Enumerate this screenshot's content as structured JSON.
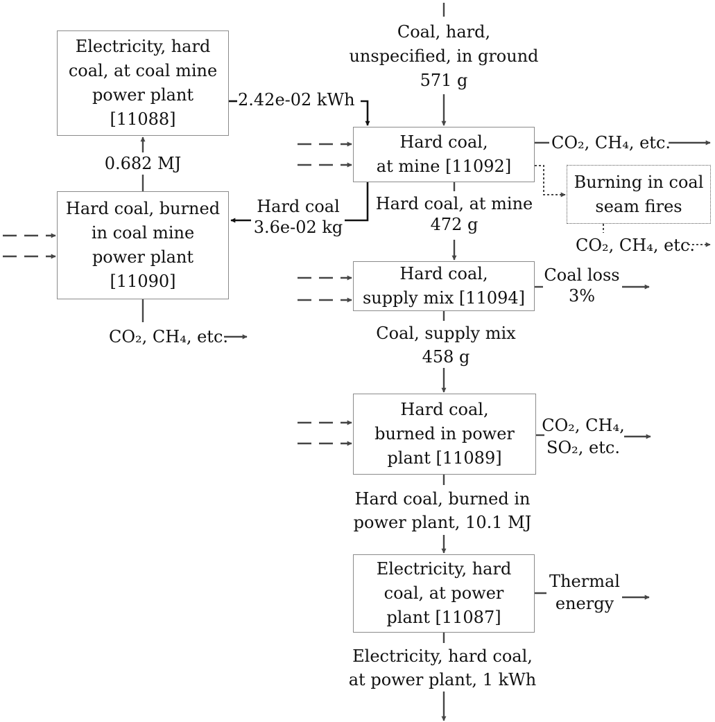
{
  "colors": {
    "flow": "#454545",
    "main_flow": "#111111",
    "box_border": "#8a8a8a",
    "text": "#111111"
  },
  "processes": {
    "elec_mine": "Electricity, hard\ncoal, at coal mine\npower plant\n[11088]",
    "hc_burned_mine": "Hard coal, burned\nin coal mine\npower plant\n[11090]",
    "hc_at_mine": "Hard coal,\nat mine [11092]",
    "seam_fires": "Burning in coal\nseam fires",
    "supply_mix": "Hard coal,\nsupply mix [11094]",
    "burned_power": "Hard coal,\nburned in power\nplant [11089]",
    "elec_power": "Electricity, hard\ncoal, at power\nplant [11087]"
  },
  "flows": {
    "coal_ground": "Coal, hard,\nunspecified, in ground\n571 g",
    "elec_kwh": "2.42e-02 kWh",
    "mj_0682": "0.682 MJ",
    "hard_coal_kg": "Hard coal\n3.6e-02 kg",
    "hc_at_mine_472": "Hard coal, at mine\n472 g",
    "supply_mix_458": "Coal, supply mix\n458 g",
    "burned_10_1": "Hard coal, burned in\npower plant, 10.1 MJ",
    "elec_1kwh": "Electricity, hard coal,\nat power plant, 1 kWh"
  },
  "emissions": {
    "mine": "CO₂, CH₄, etc.",
    "seam_fires": "CO₂, CH₄, etc.",
    "mine_plant": "CO₂, CH₄, etc.",
    "coal_loss": "Coal loss\n3%",
    "power_plant": "CO₂, CH₄,\nSO₂, etc.",
    "thermal": "Thermal\nenergy"
  }
}
